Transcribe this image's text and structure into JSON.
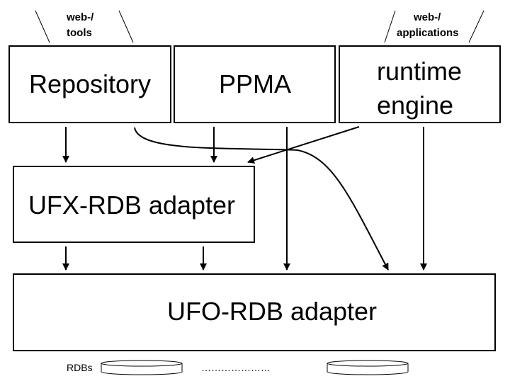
{
  "top_labels": {
    "left": [
      "web-/",
      "tools"
    ],
    "right": [
      "web-/",
      "applications"
    ]
  },
  "boxes": {
    "repository": "Repository",
    "ppma": "PPMA",
    "runtime": [
      "runtime",
      "engine"
    ],
    "ufx": "UFX-RDB adapter",
    "ufo": "UFO-RDB adapter"
  },
  "rdbs": {
    "label": "RDBs",
    "ellipsis": "…………………"
  }
}
